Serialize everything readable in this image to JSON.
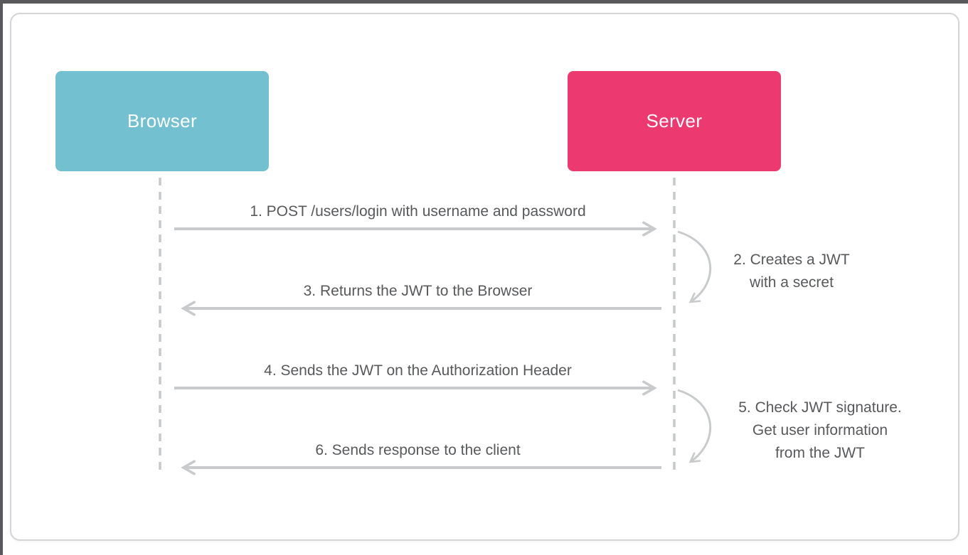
{
  "window": {
    "frame_color": "#59595b",
    "card_border_color": "#d5d5d5",
    "background": "#ffffff"
  },
  "diagram": {
    "type": "sequence-diagram",
    "line_color": "#c9cacb",
    "text_color": "#58595b",
    "actors": [
      {
        "label": "Browser",
        "color": "#73c0d0"
      },
      {
        "label": "Server",
        "color": "#ec3a70"
      }
    ],
    "messages": [
      {
        "step": 1,
        "label": "1. POST /users/login with username and password",
        "from": "Browser",
        "to": "Server"
      },
      {
        "step": 3,
        "label": "3. Returns the JWT to the Browser",
        "from": "Server",
        "to": "Browser"
      },
      {
        "step": 4,
        "label": "4. Sends the JWT on the Authorization Header",
        "from": "Browser",
        "to": "Server"
      },
      {
        "step": 6,
        "label": "6. Sends response to the client",
        "from": "Server",
        "to": "Browser"
      }
    ],
    "server_actions": [
      {
        "step": 2,
        "lines": [
          "2. Creates a JWT",
          "with a secret"
        ]
      },
      {
        "step": 5,
        "lines": [
          "5. Check JWT signature.",
          "Get user information",
          "from the JWT"
        ]
      }
    ]
  }
}
